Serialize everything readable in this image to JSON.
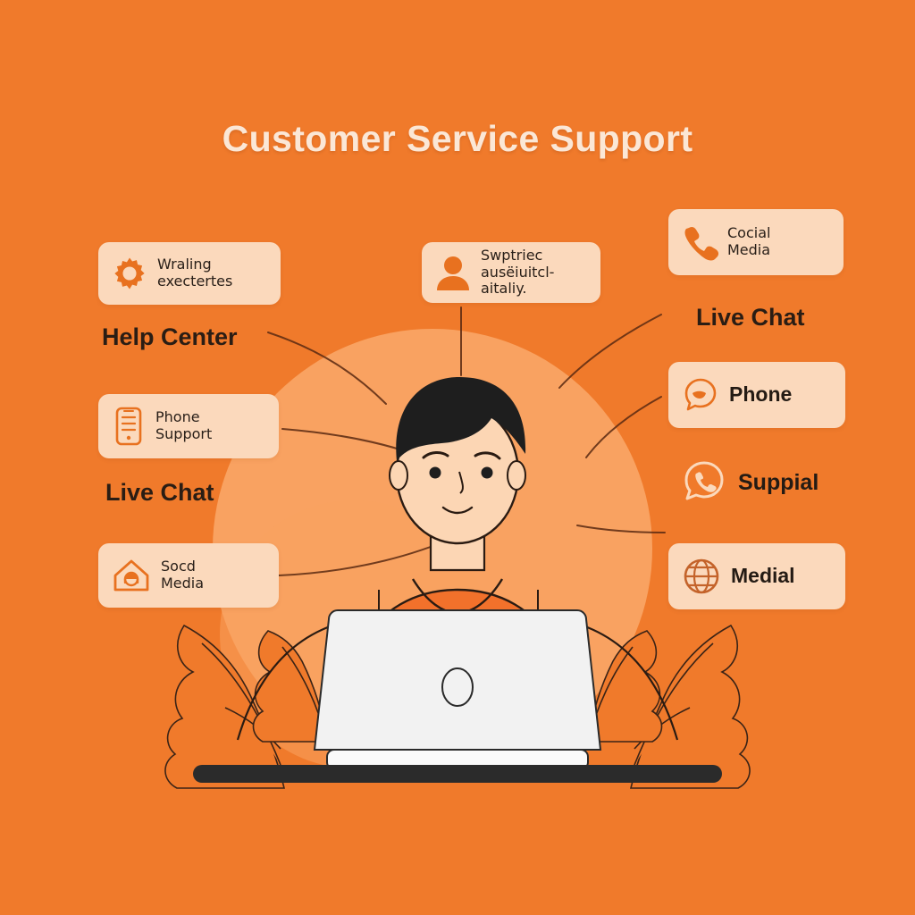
{
  "page": {
    "title": "Customer Service Support",
    "background_color": "#F07A2B",
    "badge_color": "#FBD9BC",
    "accent_color": "#E8711F",
    "halo_color": "#F9A261",
    "title_color": "#FBE7D6",
    "label_color": "#2A1D14"
  },
  "badges": {
    "help_center": {
      "icon": "gear-icon",
      "text": "Wraling\nexectertes"
    },
    "phone_support": {
      "icon": "phone-document-icon",
      "text": "Phone\nSupport"
    },
    "social_media": {
      "icon": "home-headset-icon",
      "text": "Socd\nMedia"
    },
    "support_person": {
      "icon": "user-icon",
      "text": "Swptriec\nausëiuitcl-\naitaliy."
    },
    "cocial_media": {
      "icon": "phone-handset-icon",
      "text": "Cocial\nMedia"
    },
    "phone": {
      "icon": "chat-bubble-icon",
      "text": "Phone"
    },
    "suppial": {
      "icon": "whatsapp-icon",
      "text": "Suppial"
    },
    "medial": {
      "icon": "globe-icon",
      "text": "Medial"
    }
  },
  "labels": {
    "help_center": "Help Center",
    "live_chat_left": "Live Chat",
    "live_chat_right": "Live Chat"
  },
  "illustration": {
    "subject": "person-at-laptop",
    "hair_color": "#1E1E1E",
    "shirt_color": "#F2712B",
    "skin_color": "#FCD6B4",
    "laptop_color": "#F2F2F2",
    "desk_color": "#2B2B2B"
  }
}
